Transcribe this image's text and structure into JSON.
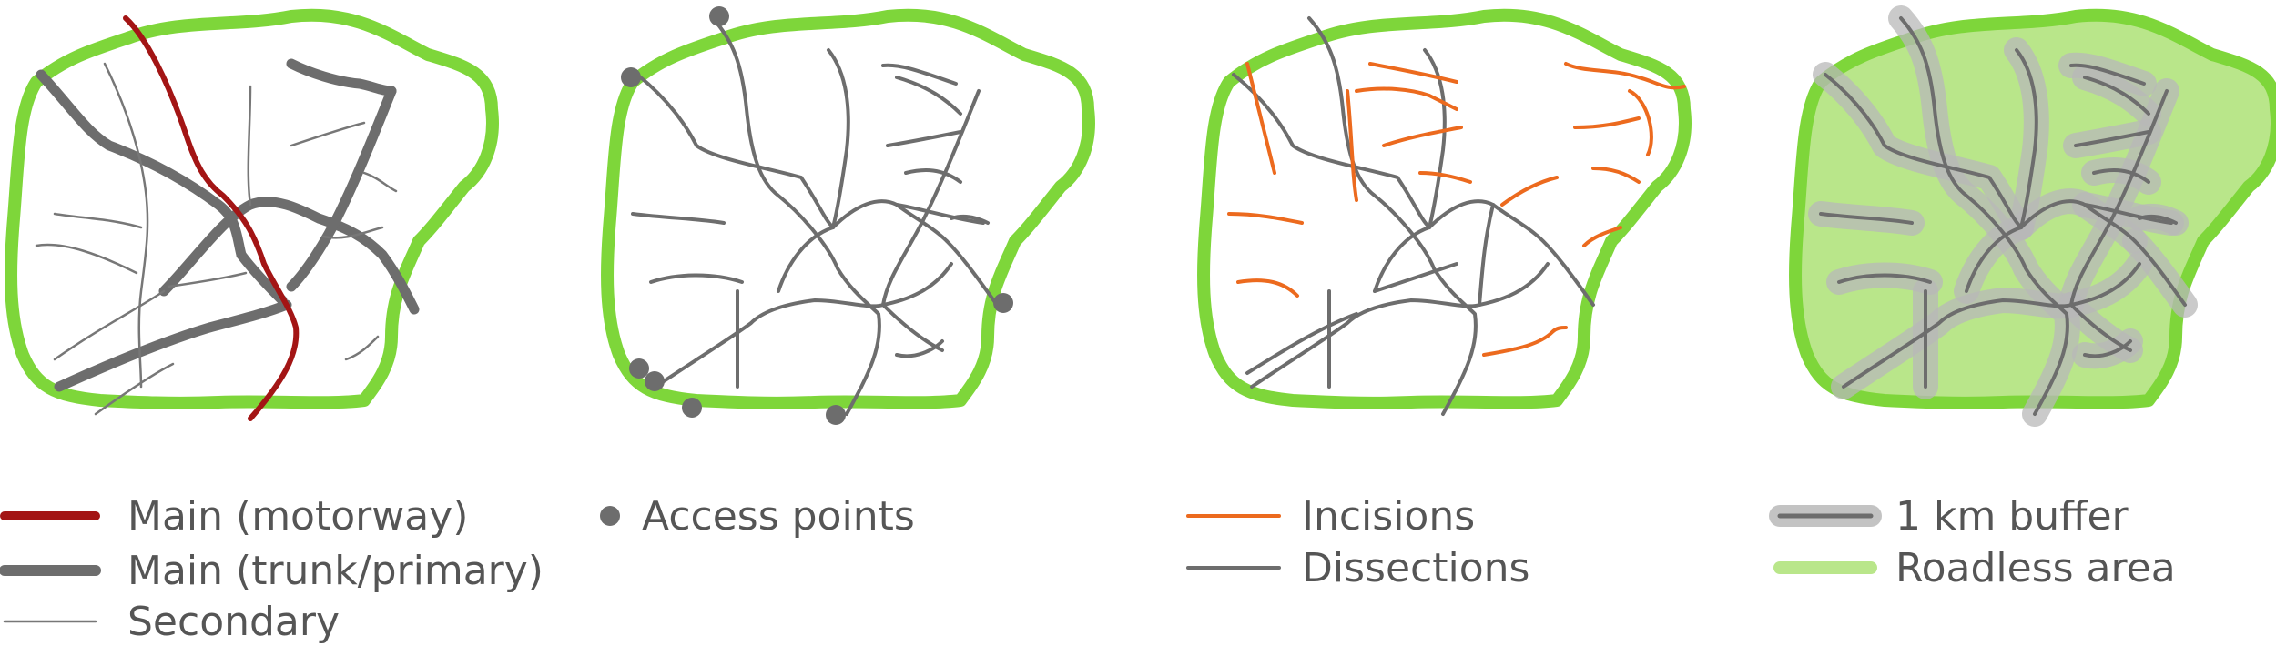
{
  "colors": {
    "boundary": "#7ed63a",
    "roadless_fill": "#b9e68a",
    "road": "#6d6d6d",
    "motorway": "#a31515",
    "incision": "#ec6a1e",
    "buffer": "#b8b8b8",
    "text": "#555555"
  },
  "legend": {
    "motorway": "Main (motorway)",
    "trunk_primary": "Main (trunk/primary)",
    "secondary": "Secondary",
    "access_points": "Access points",
    "incisions": "Incisions",
    "dissections": "Dissections",
    "buffer": "1 km buffer",
    "roadless_area": "Roadless area"
  }
}
